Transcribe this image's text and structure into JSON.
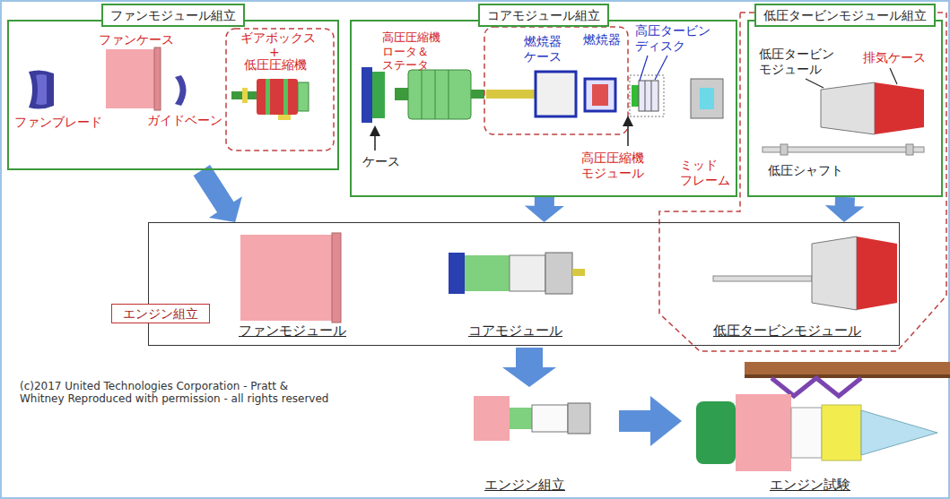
{
  "diagram": {
    "nodes": [
      {
        "text": [
          "ファンモジュール組立"
        ]
      },
      {
        "text": [
          "コアモジュール組立"
        ]
      },
      {
        "text": [
          "低圧タービンモジュール組立"
        ]
      },
      {
        "text": [
          "エンジン組立"
        ]
      }
    ],
    "edges": [
      {
        "from": 0,
        "to": 3,
        "arrow": "to"
      },
      {
        "from": 1,
        "to": 3,
        "arrow": "to"
      },
      {
        "from": 2,
        "to": 3,
        "arrow": "to"
      }
    ],
    "labels": [
      "ファンケース",
      "ギアボックス",
      "+",
      "低圧圧縮機",
      "ファンブレード",
      "ガイドベーン",
      "高圧圧縮機 ロータ＆ステータ",
      "燃焼器 ケース",
      "燃焼器",
      "高圧タービン ディスク",
      "ケース",
      "高圧圧縮機 モジュール",
      "ミッド フレーム",
      "低圧タービン モジュール",
      "排気ケース",
      "低圧シャフト",
      "ファンモジュール",
      "コアモジュール",
      "低圧タービンモジュール",
      "(c)2017 United Technologies Corporation - Pratt & Whitney Reproduced with permission - all rights reserved",
      "エンジン組立",
      "エンジン試験"
    ]
  }
}
